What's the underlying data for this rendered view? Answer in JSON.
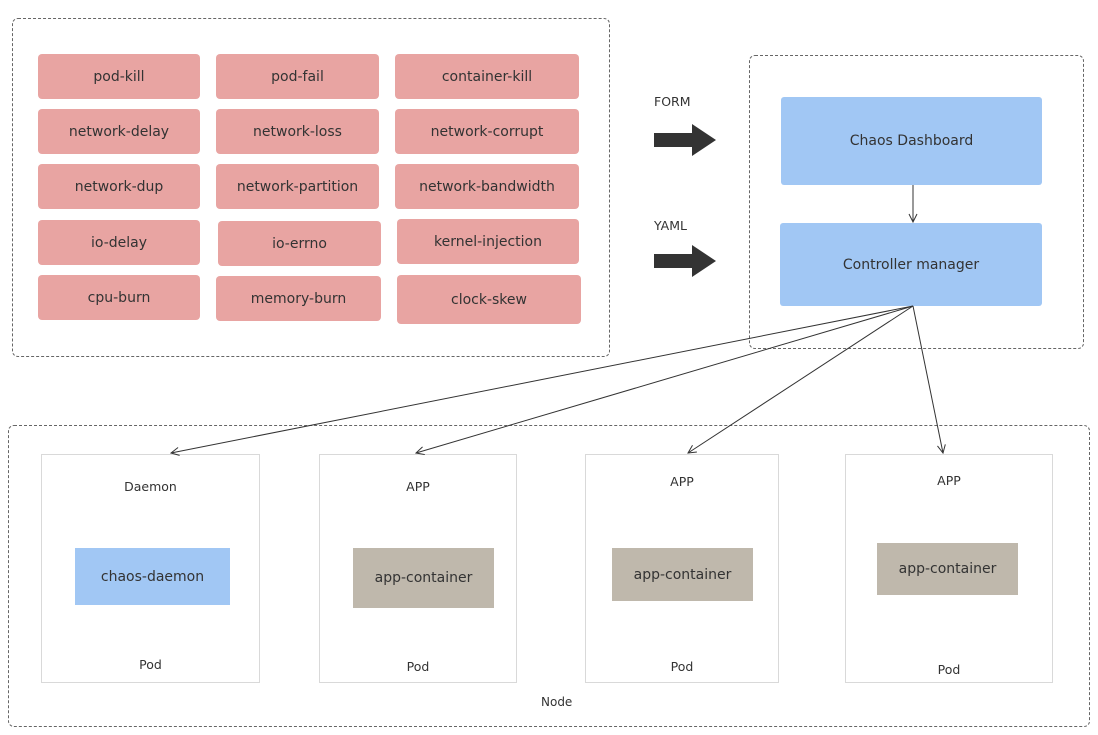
{
  "chaos_types": [
    "pod-kill",
    "pod-fail",
    "container-kill",
    "network-delay",
    "network-loss",
    "network-corrupt",
    "network-dup",
    "network-partition",
    "network-bandwidth",
    "io-delay",
    "io-errno",
    "kernel-injection",
    "cpu-burn",
    "memory-burn",
    "clock-skew"
  ],
  "inputs": {
    "form": "FORM",
    "yaml": "YAML"
  },
  "control_plane": {
    "dashboard": "Chaos Dashboard",
    "controller": "Controller manager"
  },
  "node": {
    "label": "Node",
    "pods": [
      {
        "header": "Daemon",
        "container": "chaos-daemon",
        "footer": "Pod"
      },
      {
        "header": "APP",
        "container": "app-container",
        "footer": "Pod"
      },
      {
        "header": "APP",
        "container": "app-container",
        "footer": "Pod"
      },
      {
        "header": "APP",
        "container": "app-container",
        "footer": "Pod"
      }
    ]
  },
  "colors": {
    "chaos_chip": "#e8a4a2",
    "control_box": "#a1c7f4",
    "app_container": "#bfb8ac",
    "arrow": "#333333"
  }
}
